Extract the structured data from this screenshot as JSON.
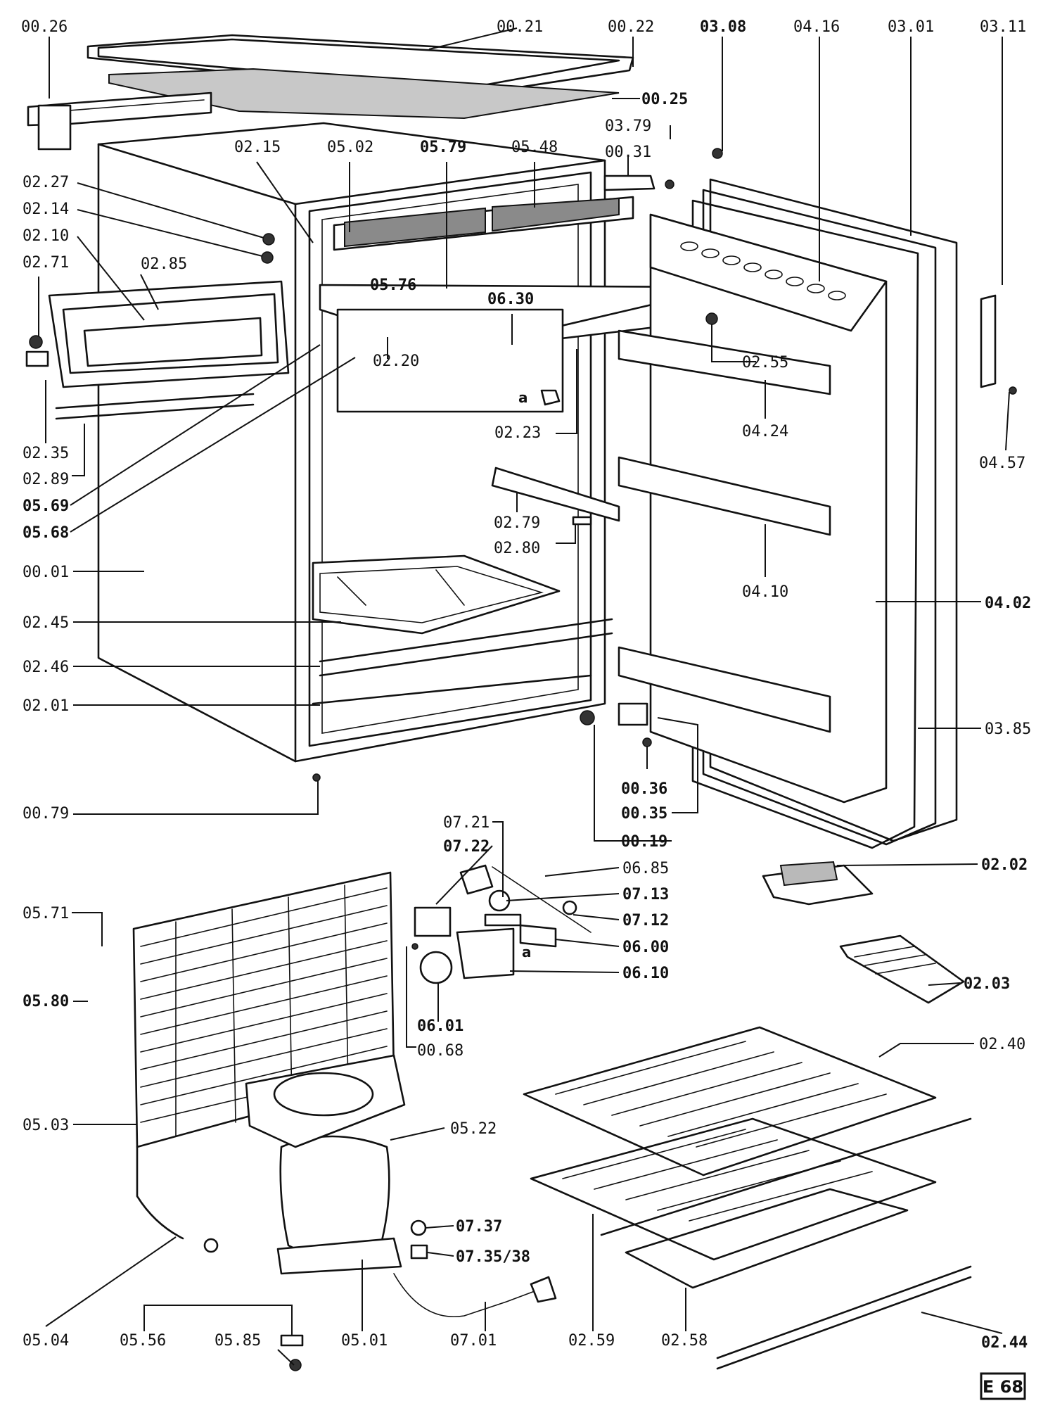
{
  "labels": [
    {
      "text": "00.26",
      "bold": false
    },
    {
      "text": "00.21",
      "bold": false
    },
    {
      "text": "00.22",
      "bold": false
    },
    {
      "text": "03.08",
      "bold": true
    },
    {
      "text": "04.16",
      "bold": false
    },
    {
      "text": "03.01",
      "bold": false
    },
    {
      "text": "03.11",
      "bold": false
    },
    {
      "text": "00.25",
      "bold": true
    },
    {
      "text": "02.15",
      "bold": false
    },
    {
      "text": "05.02",
      "bold": false
    },
    {
      "text": "05.79",
      "bold": true
    },
    {
      "text": "05.48",
      "bold": false
    },
    {
      "text": "03.79",
      "bold": false
    },
    {
      "text": "00.31",
      "bold": false
    },
    {
      "text": "02.27",
      "bold": false
    },
    {
      "text": "02.14",
      "bold": false
    },
    {
      "text": "02.10",
      "bold": false
    },
    {
      "text": "02.71",
      "bold": false
    },
    {
      "text": "02.85",
      "bold": false
    },
    {
      "text": "05.76",
      "bold": true
    },
    {
      "text": "06.30",
      "bold": true
    },
    {
      "text": "02.20",
      "bold": false
    },
    {
      "text": "02.55",
      "bold": false
    },
    {
      "text": "04.24",
      "bold": false
    },
    {
      "text": "02.23",
      "bold": false
    },
    {
      "text": "04.57",
      "bold": false
    },
    {
      "text": "02.35",
      "bold": false
    },
    {
      "text": "02.89",
      "bold": false
    },
    {
      "text": "05.69",
      "bold": true
    },
    {
      "text": "05.68",
      "bold": true
    },
    {
      "text": "02.79",
      "bold": false
    },
    {
      "text": "02.80",
      "bold": false
    },
    {
      "text": "00.01",
      "bold": false
    },
    {
      "text": "04.10",
      "bold": false
    },
    {
      "text": "04.02",
      "bold": true
    },
    {
      "text": "02.45",
      "bold": false
    },
    {
      "text": "02.46",
      "bold": false
    },
    {
      "text": "02.01",
      "bold": false
    },
    {
      "text": "03.85",
      "bold": false
    },
    {
      "text": "00.36",
      "bold": true
    },
    {
      "text": "00.35",
      "bold": true
    },
    {
      "text": "00.79",
      "bold": false
    },
    {
      "text": "00.19",
      "bold": true
    },
    {
      "text": "07.21",
      "bold": false
    },
    {
      "text": "07.22",
      "bold": true
    },
    {
      "text": "06.85",
      "bold": false
    },
    {
      "text": "02.02",
      "bold": true
    },
    {
      "text": "07.13",
      "bold": true
    },
    {
      "text": "05.71",
      "bold": false
    },
    {
      "text": "07.12",
      "bold": true
    },
    {
      "text": "06.00",
      "bold": true
    },
    {
      "text": "06.10",
      "bold": true
    },
    {
      "text": "05.80",
      "bold": true
    },
    {
      "text": "02.03",
      "bold": true
    },
    {
      "text": "06.01",
      "bold": true
    },
    {
      "text": "00.68",
      "bold": false
    },
    {
      "text": "02.40",
      "bold": false
    },
    {
      "text": "05.03",
      "bold": false
    },
    {
      "text": "05.22",
      "bold": false
    },
    {
      "text": "07.37",
      "bold": true
    },
    {
      "text": "07.35/38",
      "bold": true
    },
    {
      "text": "05.04",
      "bold": false
    },
    {
      "text": "05.56",
      "bold": false
    },
    {
      "text": "05.85",
      "bold": false
    },
    {
      "text": "05.01",
      "bold": false
    },
    {
      "text": "07.01",
      "bold": false
    },
    {
      "text": "02.59",
      "bold": false
    },
    {
      "text": "02.58",
      "bold": false
    },
    {
      "text": "02.44",
      "bold": true
    }
  ],
  "letter_marks": [
    "a",
    "a"
  ],
  "page_code": "E 68"
}
